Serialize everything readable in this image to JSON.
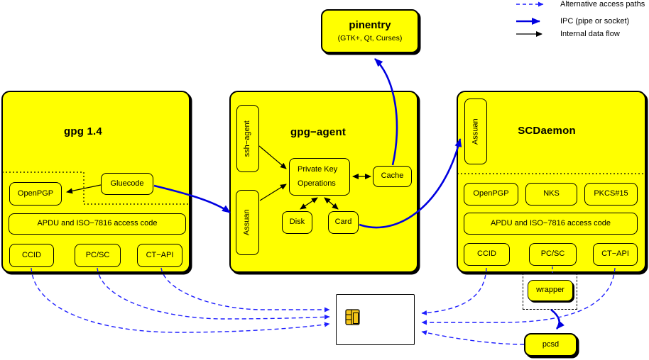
{
  "colors": {
    "node_fill": "#ffff00",
    "outline": "#000000",
    "ipc_blue": "#0000e0",
    "alt_path_blue": "#1f1fff",
    "card_fill": "#ffffff"
  },
  "legend": {
    "items": [
      {
        "label": "Alternative access paths",
        "style": "dashed-blue-arrow"
      },
      {
        "label": "IPC (pipe or socket)",
        "style": "thick-blue-arrow"
      },
      {
        "label": "Internal data flow",
        "style": "thin-black-arrow"
      }
    ]
  },
  "pinentry": {
    "title": "pinentry",
    "subtitle": "(GTK+, Qt, Curses)"
  },
  "gpg14": {
    "title": "gpg 1.4",
    "openpgp": "OpenPGP",
    "gluecode": "Gluecode",
    "apdu": "APDU and ISO−7816 access code",
    "ccid": "CCID",
    "pcsc": "PC/SC",
    "ctapi": "CT−API"
  },
  "gpg_agent": {
    "title": "gpg−agent",
    "ssh_agent": "ssh−agent",
    "assuan": "Assuan",
    "private_key_ops_line1": "Private Key",
    "private_key_ops_line2": "Operations",
    "disk": "Disk",
    "card": "Card",
    "cache": "Cache"
  },
  "scdaemon": {
    "title": "SCDaemon",
    "assuan": "Assuan",
    "openpgp": "OpenPGP",
    "nks": "NKS",
    "pkcs15": "PKCS#15",
    "apdu": "APDU and ISO−7816 access code",
    "ccid": "CCID",
    "pcsc": "PC/SC",
    "ctapi": "CT−API"
  },
  "bottom": {
    "wrapper": "wrapper",
    "pcsd": "pcsd"
  }
}
